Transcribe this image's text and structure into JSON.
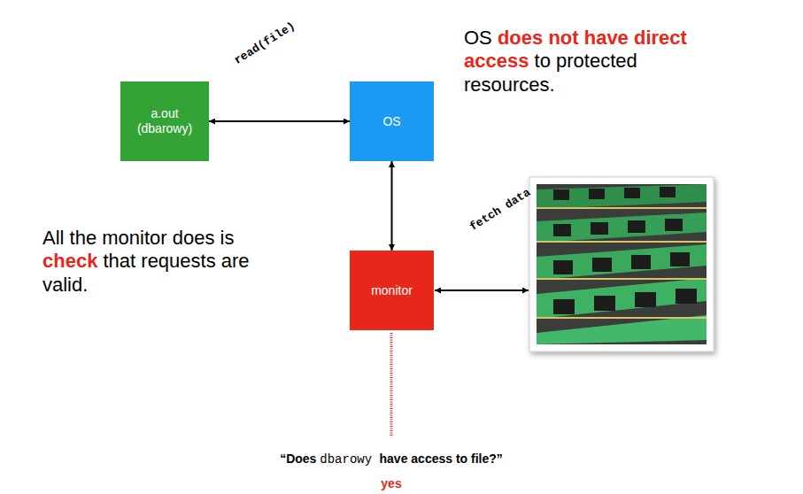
{
  "diagram": {
    "nodes": [
      {
        "text": [
          "a.out (dbarowy)"
        ]
      },
      {
        "text": [
          "OS"
        ]
      },
      {
        "text": [
          "monitor"
        ]
      }
    ],
    "edges": [
      {
        "from": 0,
        "to": 1,
        "arrow": "both",
        "label": "read(file)"
      },
      {
        "from": 1,
        "to": 2,
        "arrow": "both"
      }
    ],
    "labels": [
      "OS does not have direct access to protected resources.",
      "fetch data",
      "All the monitor does is check that requests are valid.",
      "“Does dbarowy have access to file?”",
      "yes"
    ]
  }
}
